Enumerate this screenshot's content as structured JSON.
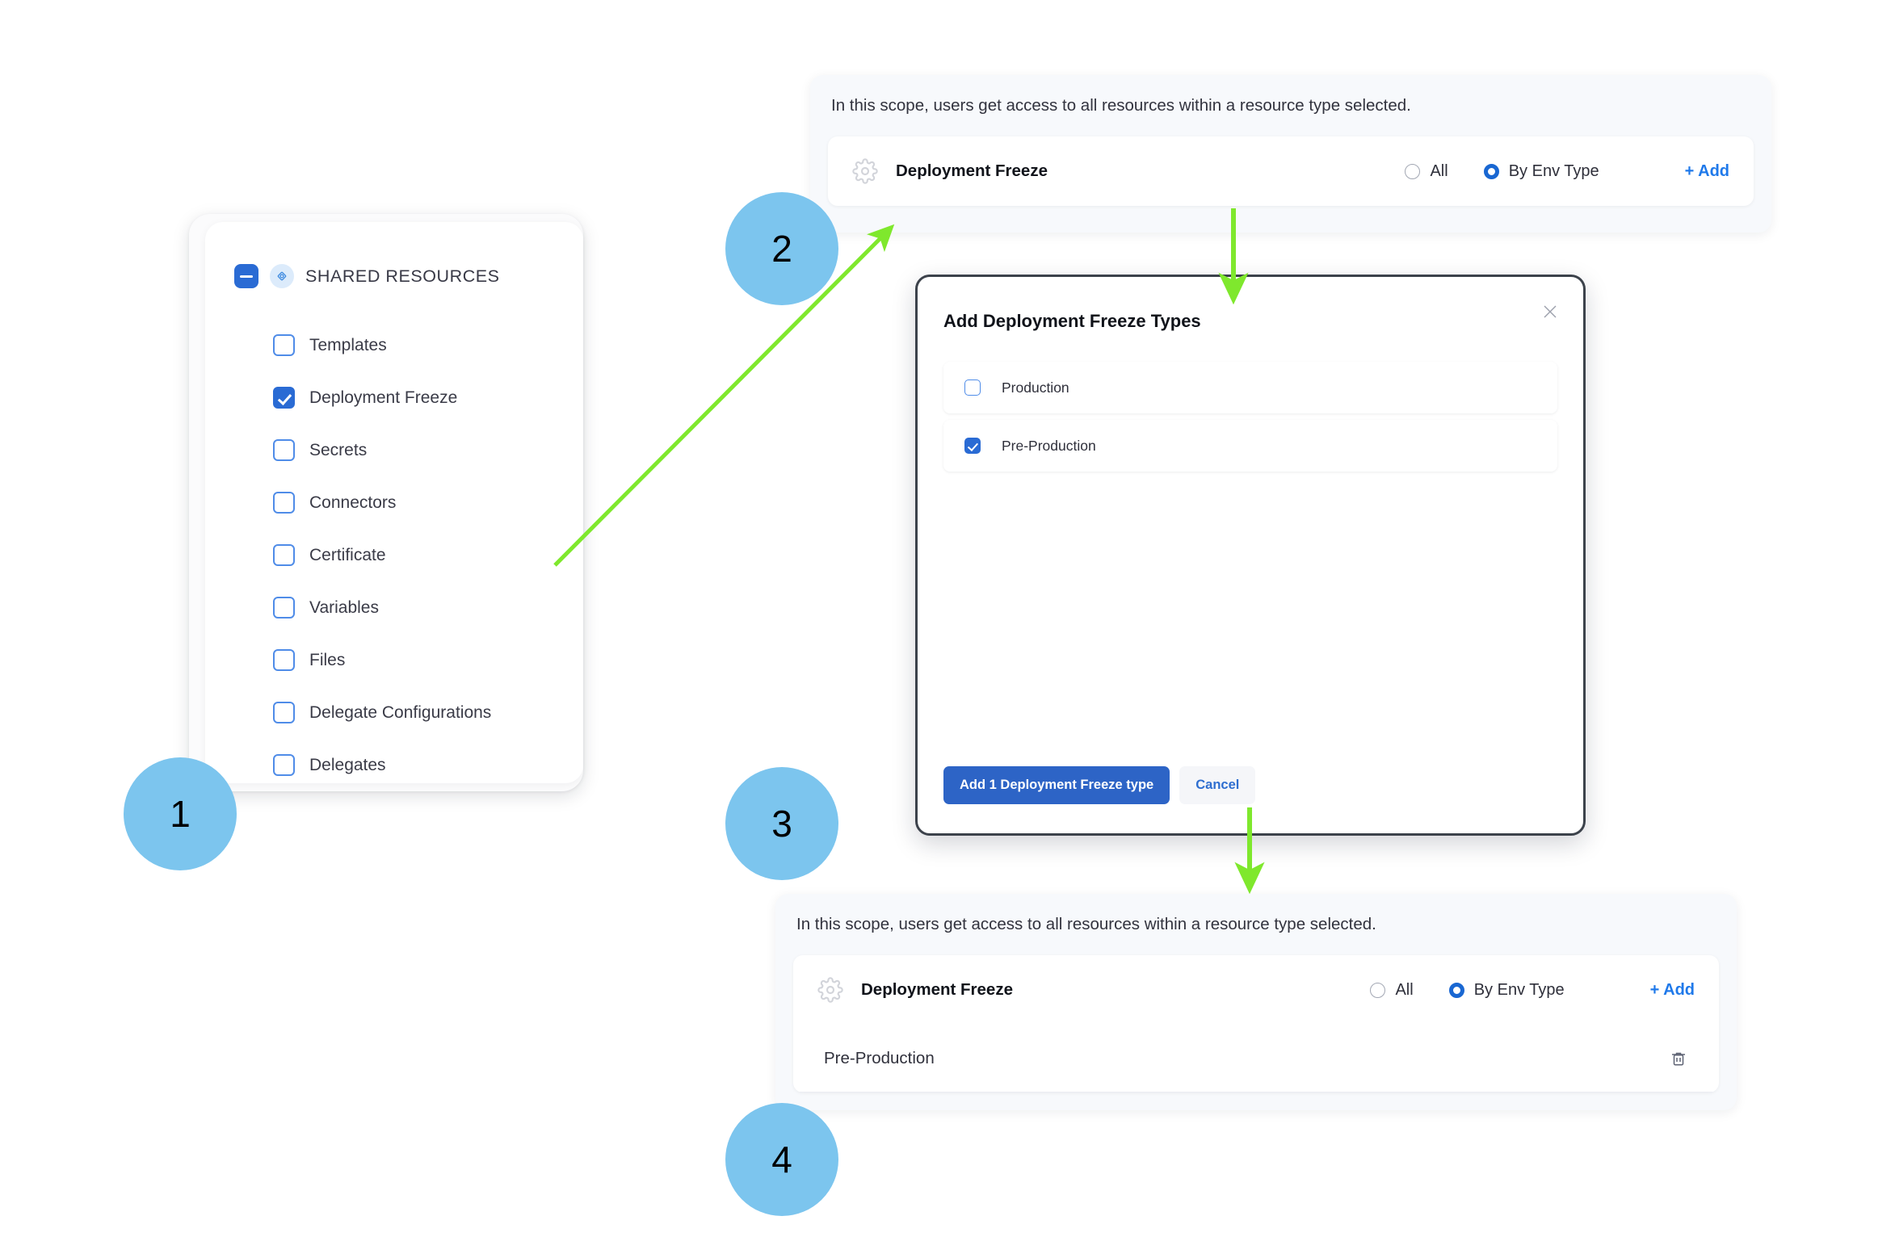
{
  "shared_resources": {
    "header": {
      "label": "SHARED RESOURCES",
      "toggle_icon": "minus-square-icon",
      "resource_icon": "shared-resources-icon"
    },
    "items": [
      {
        "label": "Templates",
        "checked": false
      },
      {
        "label": "Deployment Freeze",
        "checked": true
      },
      {
        "label": "Secrets",
        "checked": false
      },
      {
        "label": "Connectors",
        "checked": false
      },
      {
        "label": "Certificate",
        "checked": false
      },
      {
        "label": "Variables",
        "checked": false
      },
      {
        "label": "Files",
        "checked": false
      },
      {
        "label": "Delegate Configurations",
        "checked": false
      },
      {
        "label": "Delegates",
        "checked": false
      }
    ]
  },
  "scope_panel_top": {
    "description": "In this scope, users get access to all resources within a resource type selected.",
    "resource": {
      "icon": "gear-icon",
      "name": "Deployment Freeze"
    },
    "options": [
      {
        "label": "All",
        "selected": false
      },
      {
        "label": "By Env Type",
        "selected": true
      }
    ],
    "add_label": "+ Add",
    "selected_items": []
  },
  "modal": {
    "title": "Add Deployment Freeze Types",
    "close_icon": "close-icon",
    "options": [
      {
        "label": "Production",
        "checked": false
      },
      {
        "label": "Pre-Production",
        "checked": true
      }
    ],
    "primary_button": "Add 1 Deployment Freeze type",
    "secondary_button": "Cancel"
  },
  "scope_panel_bottom": {
    "description": "In this scope, users get access to all resources within a resource type selected.",
    "resource": {
      "icon": "gear-icon",
      "name": "Deployment Freeze"
    },
    "options": [
      {
        "label": "All",
        "selected": false
      },
      {
        "label": "By Env Type",
        "selected": true
      }
    ],
    "add_label": "+ Add",
    "selected_items": [
      {
        "label": "Pre-Production",
        "delete_icon": "trash-icon"
      }
    ]
  },
  "steps": [
    {
      "number": "1"
    },
    {
      "number": "2"
    },
    {
      "number": "3"
    },
    {
      "number": "4"
    }
  ],
  "colors": {
    "accent_blue": "#2a6bd4",
    "link_blue": "#1f79ea",
    "step_circle": "#7cc5ee",
    "arrow_green": "#7fe82d",
    "panel_bg": "#f7f9fc",
    "modal_border": "#3c424b"
  }
}
